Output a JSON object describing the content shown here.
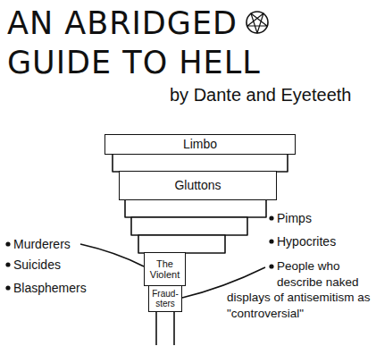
{
  "diagram": {
    "title": "AN ABRIDGED GUIDE TO HELL",
    "nodes": [
      {
        "text": [
          "Limbo"
        ]
      },
      {
        "text": [
          "Gluttons"
        ]
      },
      {
        "text": [
          "The Violent"
        ]
      },
      {
        "text": [
          "Fraud-sters"
        ]
      }
    ],
    "labels": [
      "by Dante and Eyeteeth",
      "Murderers",
      "Suicides",
      "Blasphemers",
      "Pimps",
      "Hypocrites",
      "People who describe naked displays of antisemitism as \"controversial\""
    ]
  }
}
